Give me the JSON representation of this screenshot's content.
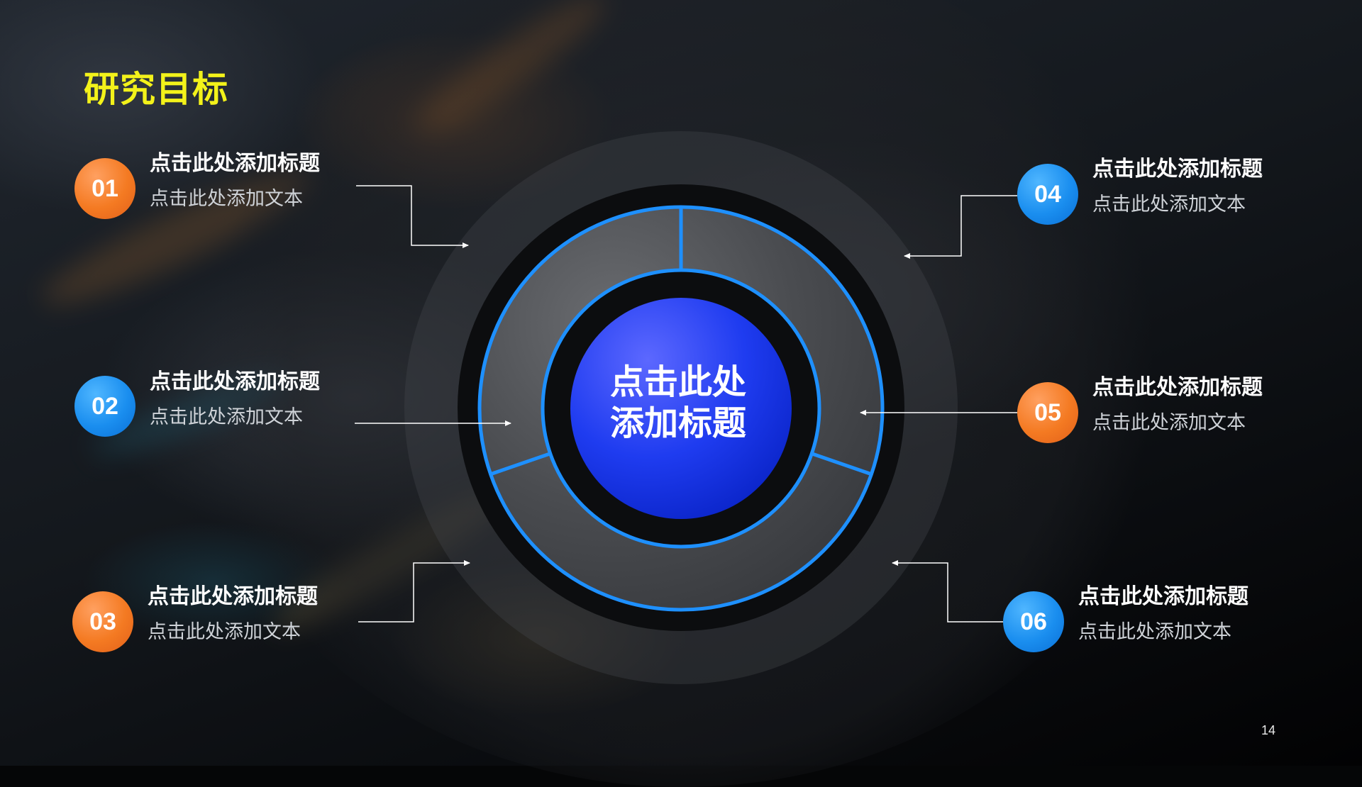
{
  "page": {
    "title": "研究目标",
    "page_number": "14"
  },
  "center": {
    "line1": "点击此处",
    "line2": "添加标题"
  },
  "items": [
    {
      "number": "01",
      "title": "点击此处添加标题",
      "text": "点击此处添加文本",
      "color": "orange"
    },
    {
      "number": "02",
      "title": "点击此处添加标题",
      "text": "点击此处添加文本",
      "color": "blue"
    },
    {
      "number": "03",
      "title": "点击此处添加标题",
      "text": "点击此处添加文本",
      "color": "orange"
    },
    {
      "number": "04",
      "title": "点击此处添加标题",
      "text": "点击此处添加文本",
      "color": "blue"
    },
    {
      "number": "05",
      "title": "点击此处添加标题",
      "text": "点击此处添加文本",
      "color": "orange"
    },
    {
      "number": "06",
      "title": "点击此处添加标题",
      "text": "点击此处添加文本",
      "color": "blue"
    }
  ],
  "colors": {
    "title_yellow": "#f3f21a",
    "accent_orange": "#f47a22",
    "accent_blue": "#1a8eef",
    "ring_outline_blue": "#1e90ff",
    "center_blue": "#1f3cf0"
  }
}
